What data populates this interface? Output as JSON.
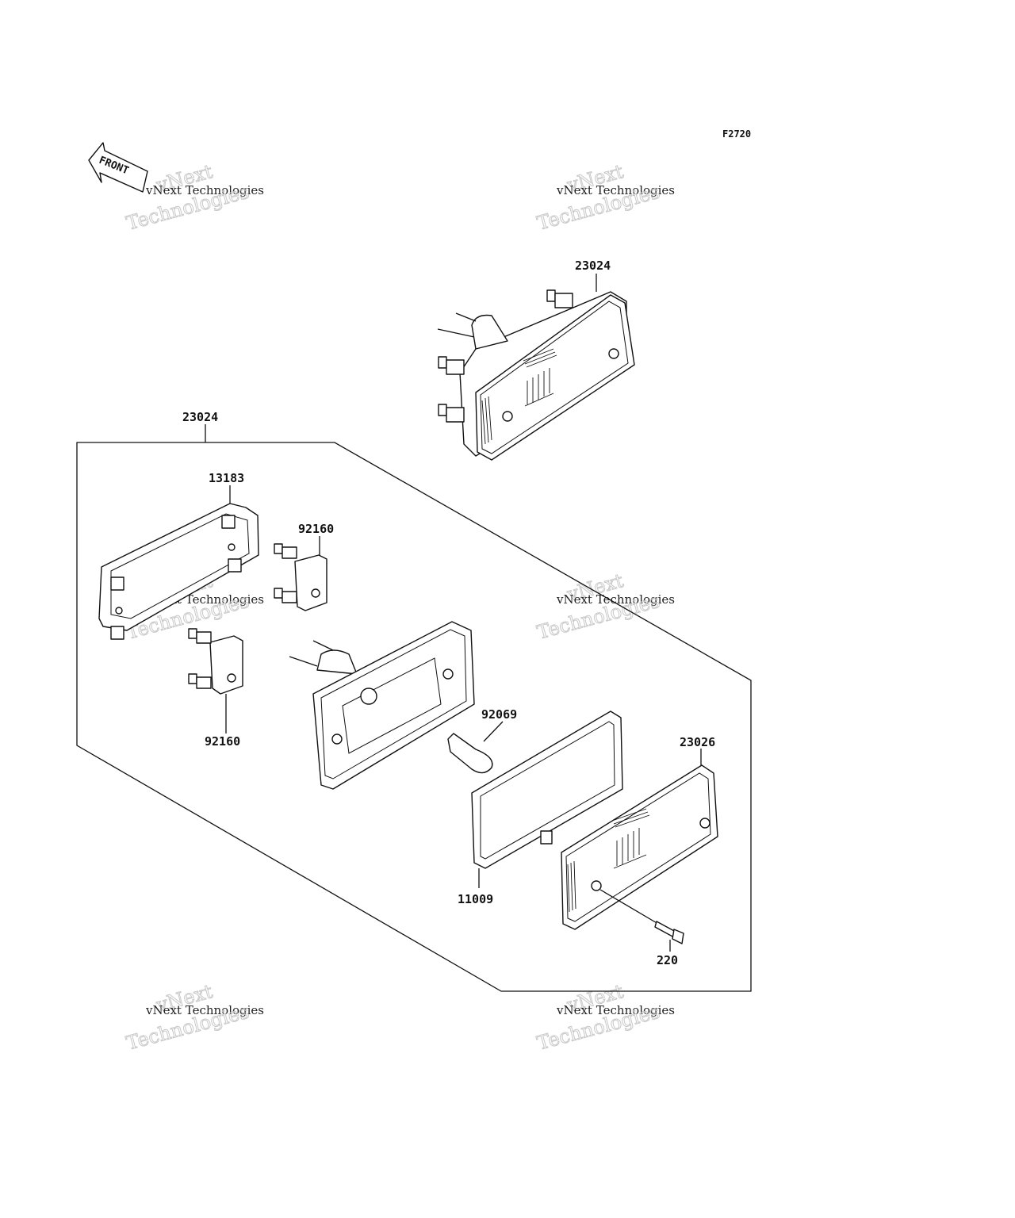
{
  "diagram_code": "F2720",
  "front_arrow_label": "FRONT",
  "watermark": {
    "line1": "vNext",
    "line2": "vNext Technologies",
    "line3": "Technologies"
  },
  "parts": {
    "assembly_top": "23024",
    "assembly_group": "23024",
    "gasket_base": "13183",
    "socket_upper": "92160",
    "socket_lower": "92160",
    "bulb": "92069",
    "lens_gasket": "11009",
    "lens": "23026",
    "screw": "220"
  }
}
